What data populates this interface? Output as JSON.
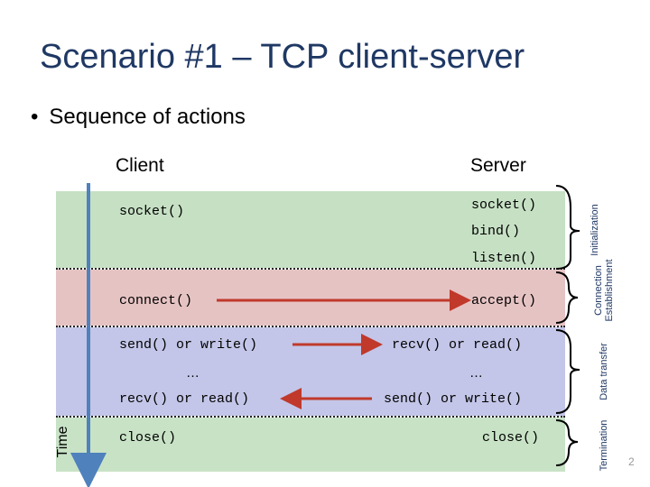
{
  "title": "Scenario #1 – TCP client-server",
  "bullet": "Sequence of actions",
  "columns": {
    "client": "Client",
    "server": "Server"
  },
  "client_calls": {
    "socket": "socket()",
    "connect": "connect()",
    "send": "send() or write()",
    "ellipsis": "…",
    "recv": "recv() or read()",
    "close": "close()"
  },
  "server_calls": {
    "socket": "socket()",
    "bind": "bind()",
    "listen": "listen()",
    "accept": "accept()",
    "recv": "recv() or read()",
    "ellipsis": "…",
    "send": "send() or write()",
    "close": "close()"
  },
  "time_label": "Time",
  "phases": {
    "initialization": "Initialization",
    "connection": "Connection\nEstablishment",
    "data_transfer": "Data transfer",
    "termination": "Termination"
  },
  "page_number": "2",
  "colors": {
    "title": "#1f3864",
    "init_band": "#c6e0c4",
    "conn_band": "#e6c3c3",
    "data_band": "#c3c6e8",
    "term_band": "#c8e2c6",
    "time_arrow": "#4f81bd",
    "message_arrow": "#c0392b"
  }
}
